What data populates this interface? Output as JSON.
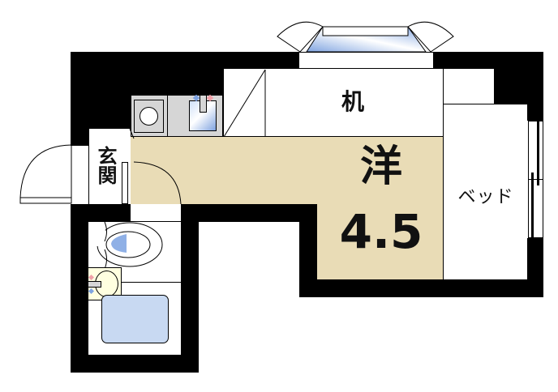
{
  "floorplan": {
    "rooms": {
      "western_room": {
        "label": "洋",
        "size": "4.5"
      },
      "desk": {
        "label": "机"
      },
      "bed": {
        "label": "ベッド"
      },
      "entrance": {
        "label": "玄関"
      }
    },
    "fixtures": [
      "washing-machine",
      "kitchen-sink",
      "toilet",
      "wash-basin",
      "bathtub",
      "bay-window",
      "closet-door"
    ]
  },
  "colors": {
    "wall": "#000000",
    "floor": "#e9dcb6",
    "kitchen": "#d6d6d6",
    "water": "#8fb0e6",
    "bath": "#c8d9f2",
    "basin": "#ffffe0"
  }
}
